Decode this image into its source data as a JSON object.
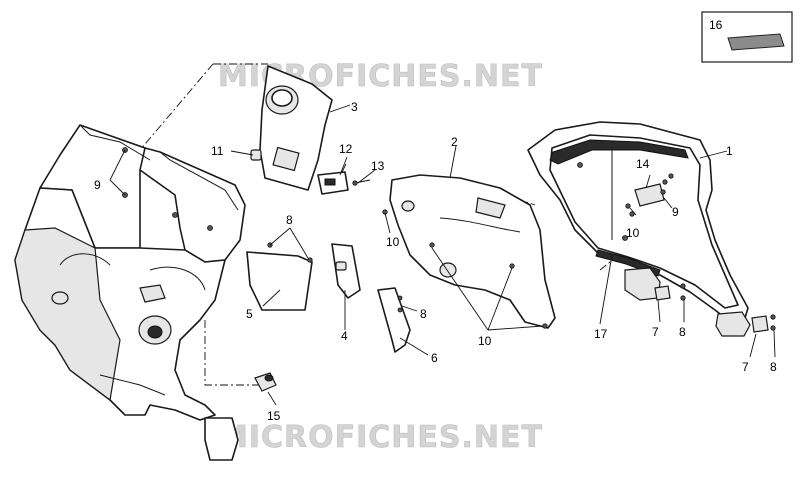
{
  "watermarks": [
    "MICROFICHES.NET",
    "MICROFICHES.NET"
  ],
  "callouts": {
    "c1": "1",
    "c2": "2",
    "c3": "3",
    "c4": "4",
    "c5": "5",
    "c6": "6",
    "c7a": "7",
    "c7b": "7",
    "c8a": "8",
    "c8b": "8",
    "c8c": "8",
    "c8d": "8",
    "c9a": "9",
    "c9b": "9",
    "c10a": "10",
    "c10b": "10",
    "c10c": "10",
    "c11": "11",
    "c12": "12",
    "c13": "13",
    "c14": "14",
    "c15": "15",
    "c16": "16",
    "c17": "17"
  }
}
